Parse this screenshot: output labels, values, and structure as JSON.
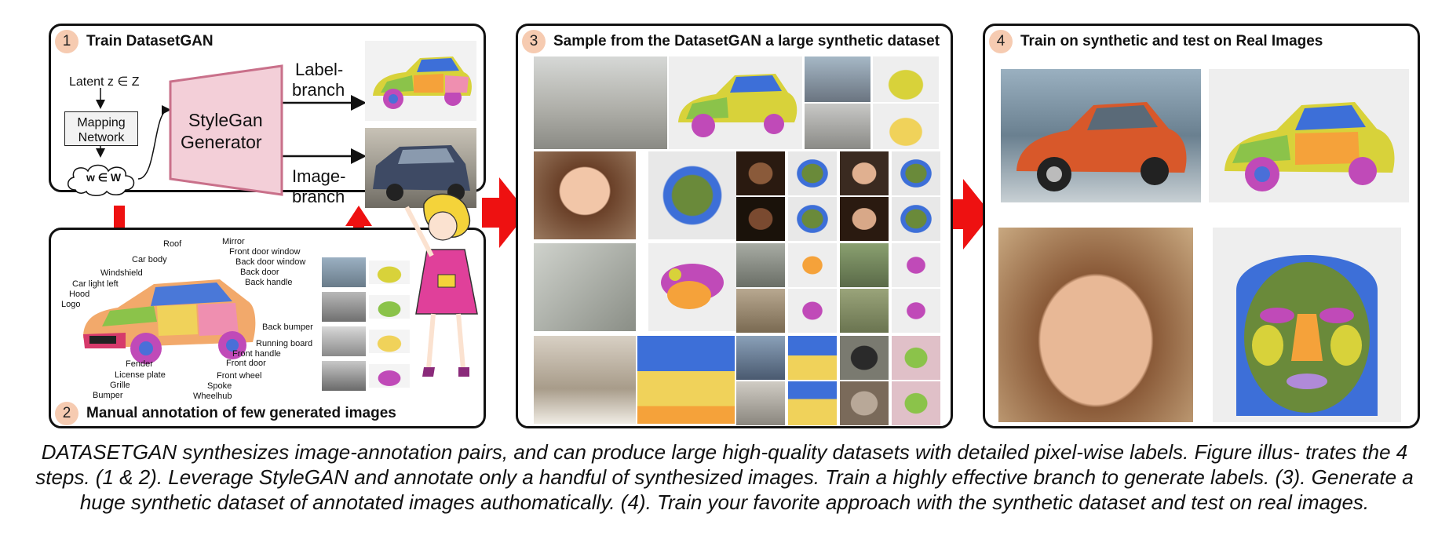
{
  "steps": {
    "s1": {
      "num": "1",
      "title": "Train DatasetGAN"
    },
    "s2": {
      "num": "2",
      "title": "Manual annotation of few generated images"
    },
    "s3": {
      "num": "3",
      "title": "Sample from the DatasetGAN a large synthetic dataset"
    },
    "s4": {
      "num": "4",
      "title": "Train on synthetic and test on Real Images"
    }
  },
  "diagram": {
    "latent": "Latent z ∈ Z",
    "mapping_line1": "Mapping",
    "mapping_line2": "Network",
    "w_space": "w ∈ W",
    "generator_line1": "StyleGan",
    "generator_line2": "Generator",
    "label_branch_1": "Label-",
    "label_branch_2": "branch",
    "image_branch_1": "Image-",
    "image_branch_2": "branch"
  },
  "car_parts": [
    "Roof",
    "Mirror",
    "Front door window",
    "Back door window",
    "Back door",
    "Back handle",
    "Car body",
    "Windshield",
    "Car light left",
    "Hood",
    "Logo",
    "Back bumper",
    "Running board",
    "Front handle",
    "Front door",
    "Front wheel",
    "Fender",
    "License plate",
    "Grille",
    "Spoke",
    "Wheelhub",
    "Bumper"
  ],
  "caption": "DATASETGAN synthesizes image-annotation pairs, and can produce large high-quality datasets with detailed pixel-wise labels. Figure illus- trates the 4 steps. (1 & 2). Leverage StyleGAN and annotate only a handful of synthesized images. Train a highly effective branch to generate labels. (3). Generate a huge synthetic dataset of annotated images authomatically. (4). Train your favorite approach with the synthetic dataset and test on real images.",
  "colors": {
    "arrow": "#ee1111",
    "step_badge": "#f6cbb1",
    "generator_fill": "#f3cfd8",
    "generator_stroke": "#c9708a"
  }
}
